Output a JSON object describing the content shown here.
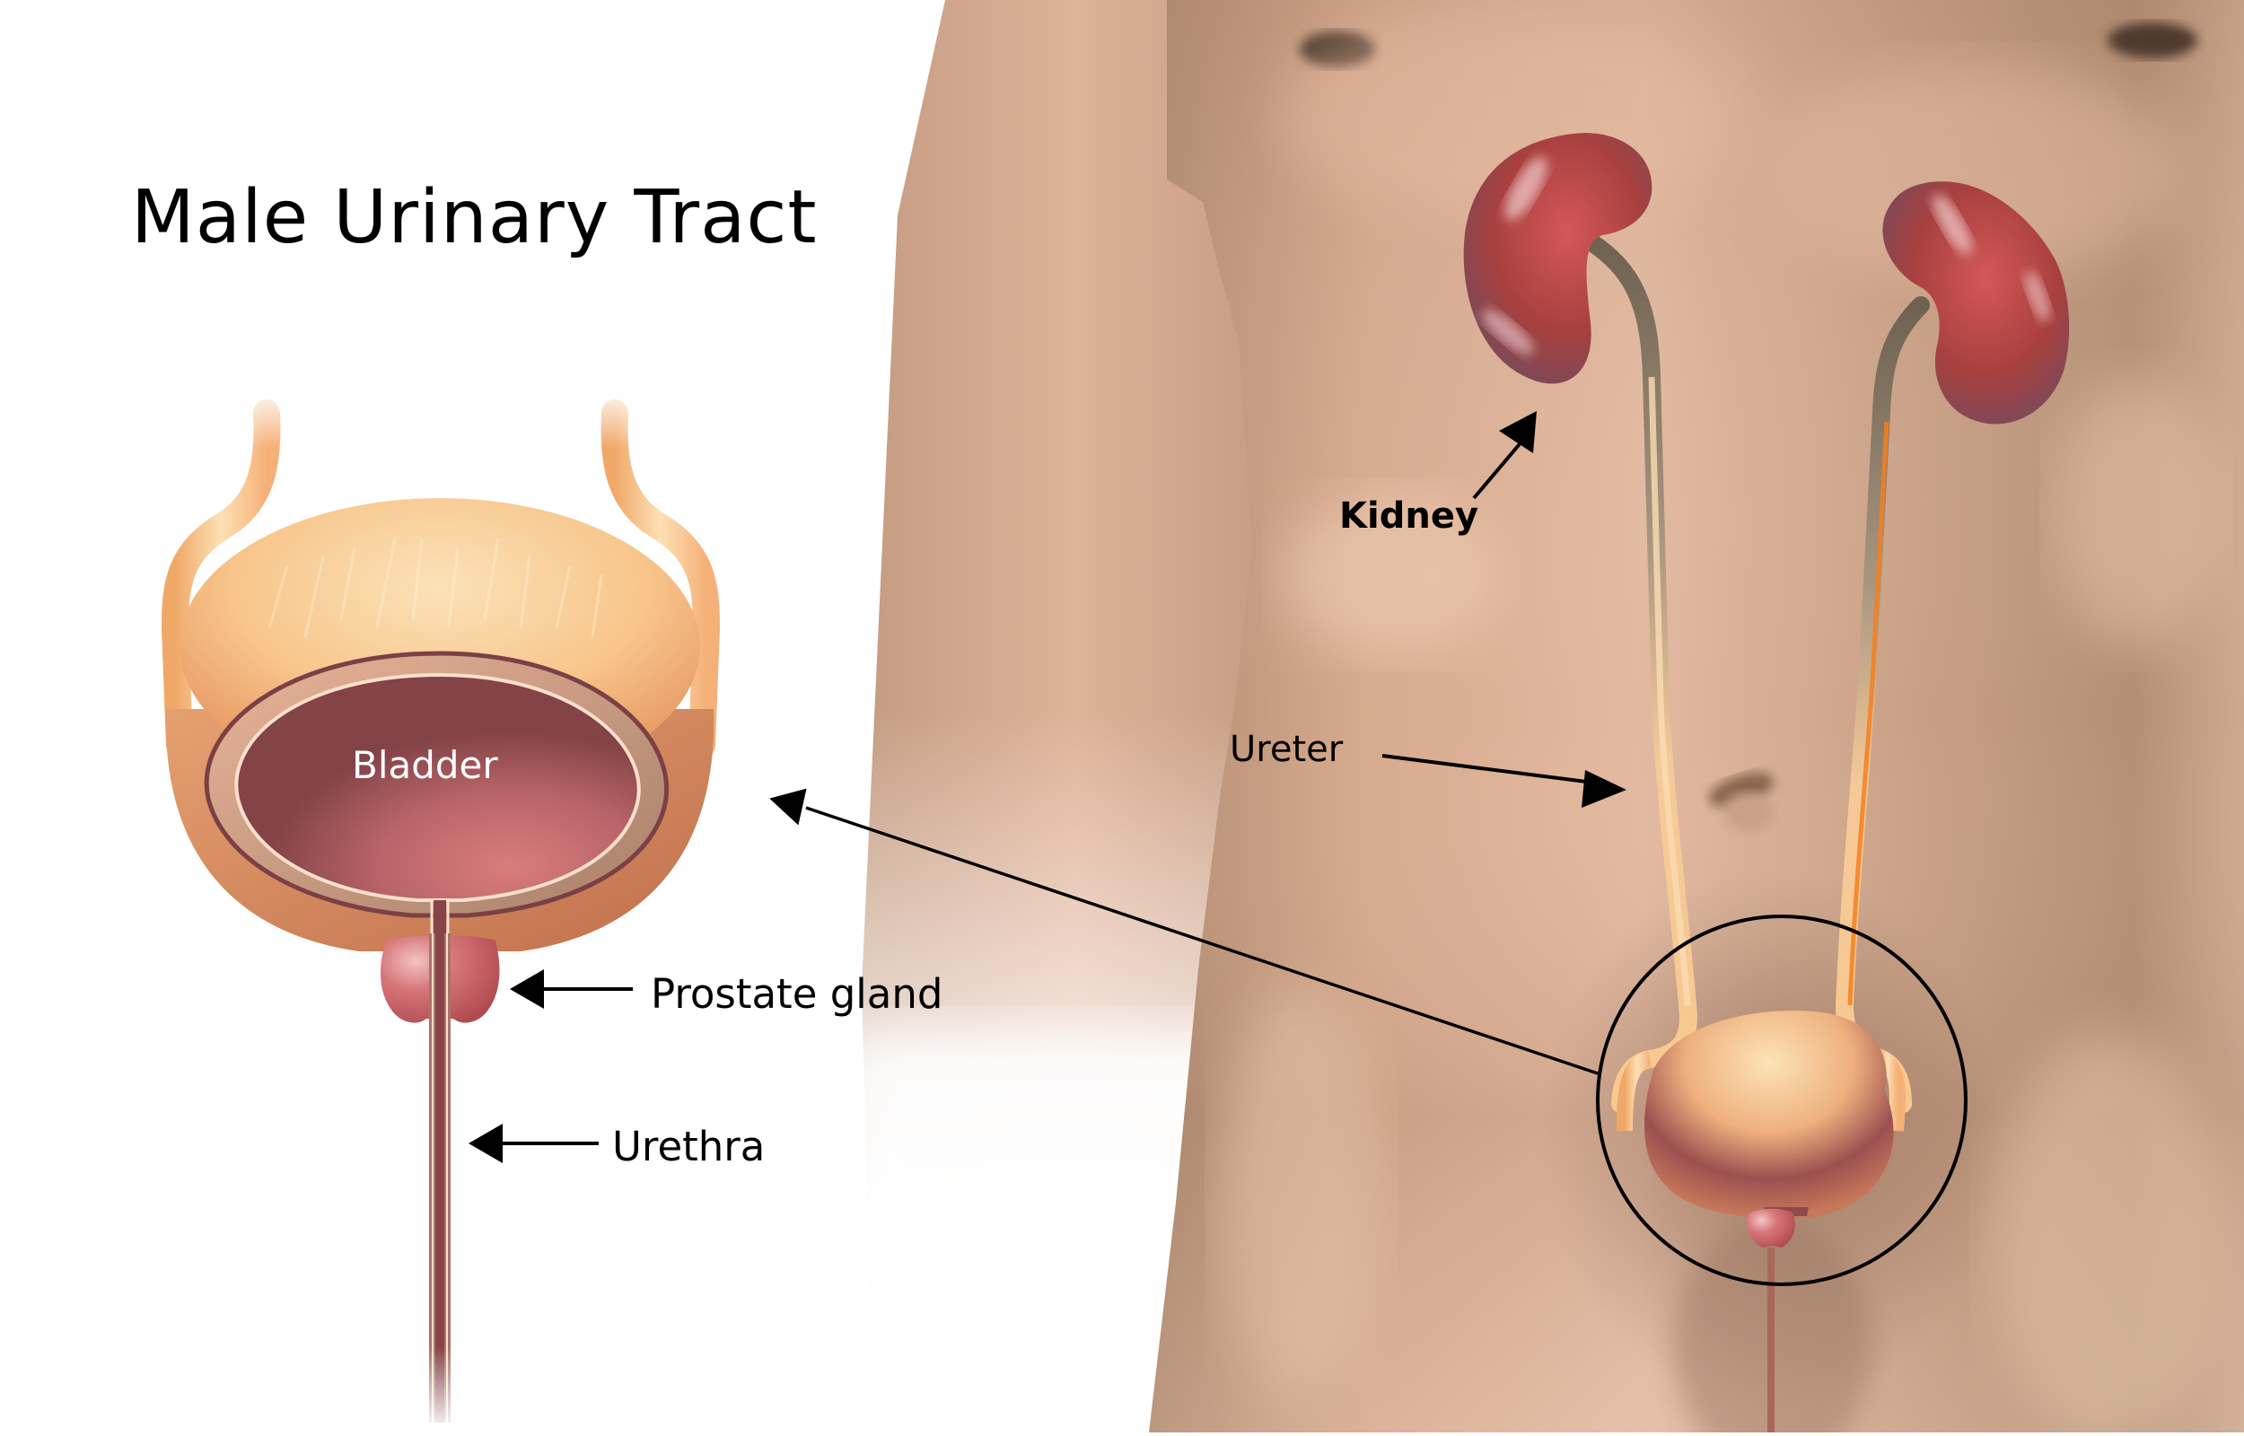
{
  "diagram": {
    "title": "Male Urinary Tract",
    "labels": {
      "bladder": "Bladder",
      "prostate_gland": "Prostate gland",
      "urethra": "Urethra",
      "kidney": "Kidney",
      "ureter": "Ureter"
    },
    "colors": {
      "background": "#ffffff",
      "skin": "#c9a084",
      "skin_light": "#e2b49a",
      "skin_shadow": "#a57f66",
      "kidney": "#a8403f",
      "kidney_highlight": "#d4585a",
      "bladder_outer": "#f7c78d",
      "bladder_wall": "#c79a74",
      "bladder_lumen": "#874449",
      "bladder_lumen_light": "#d67a7a",
      "prostate": "#d6767a",
      "ureter": "#f8c98f",
      "ureter_accent": "#f47f20",
      "label_text": "#000000",
      "inner_label_text": "#ffffff"
    }
  }
}
